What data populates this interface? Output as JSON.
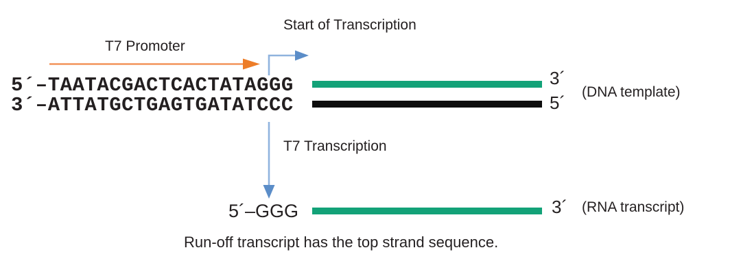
{
  "diagram": {
    "labels": {
      "start_of_transcription": "Start of Transcription",
      "t7_promoter": "T7 Promoter",
      "t7_transcription": "T7 Transcription",
      "dna_template": "(DNA template)",
      "rna_transcript": "(RNA transcript)",
      "caption": "Run-off transcript has the top strand sequence."
    },
    "strands": {
      "top": {
        "prefix": "5´–",
        "sequence": "TAATACGACTCACTATAGGG",
        "end_label": "3´"
      },
      "bottom": {
        "prefix": "3´–",
        "sequence": "ATTATGCTGAGTGATATCCC",
        "end_label": "5´"
      },
      "rna": {
        "prefix": "5´–",
        "sequence": "GGG",
        "end_label": "3´"
      }
    },
    "icons": {
      "promoter_arrow": "right-arrow",
      "start_arrow": "elbow-up-right-arrow",
      "transcription_arrow": "down-arrow"
    },
    "colors": {
      "sense_strand_bar": "#13a278",
      "template_strand_bar": "#0d0d0d",
      "rna_strand_bar": "#13a278",
      "promoter_arrow_shaft": "#f2945a",
      "promoter_arrow_head": "#ed7d28",
      "blue_arrow_shaft": "#8fb3de",
      "blue_arrow_head": "#5b8dc8",
      "text": "#231f20"
    }
  }
}
